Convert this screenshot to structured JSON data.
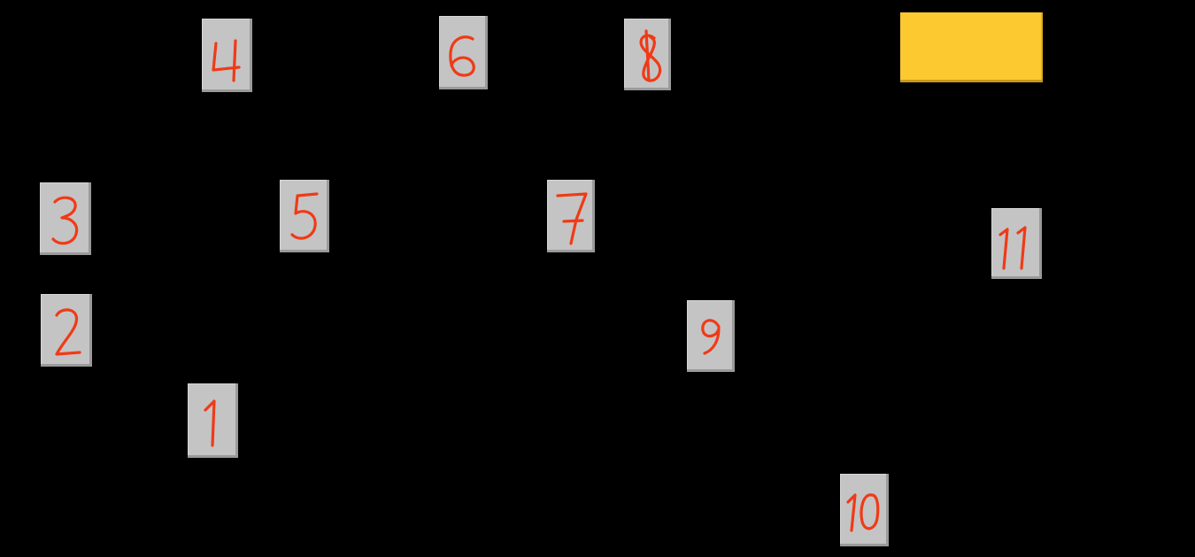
{
  "game": {
    "tiles": [
      {
        "id": "tile-1",
        "label": "1"
      },
      {
        "id": "tile-2",
        "label": "2"
      },
      {
        "id": "tile-3",
        "label": "3"
      },
      {
        "id": "tile-4",
        "label": "4"
      },
      {
        "id": "tile-5",
        "label": "5"
      },
      {
        "id": "tile-6",
        "label": "6"
      },
      {
        "id": "tile-7",
        "label": "7"
      },
      {
        "id": "tile-8",
        "label": "8"
      },
      {
        "id": "tile-9",
        "label": "9"
      },
      {
        "id": "tile-10",
        "label": "10"
      },
      {
        "id": "tile-11",
        "label": "11"
      }
    ]
  },
  "colors": {
    "background": "#000000",
    "tile": "#c4c4c4",
    "digit": "#f03a17",
    "target": "#fdc931"
  }
}
